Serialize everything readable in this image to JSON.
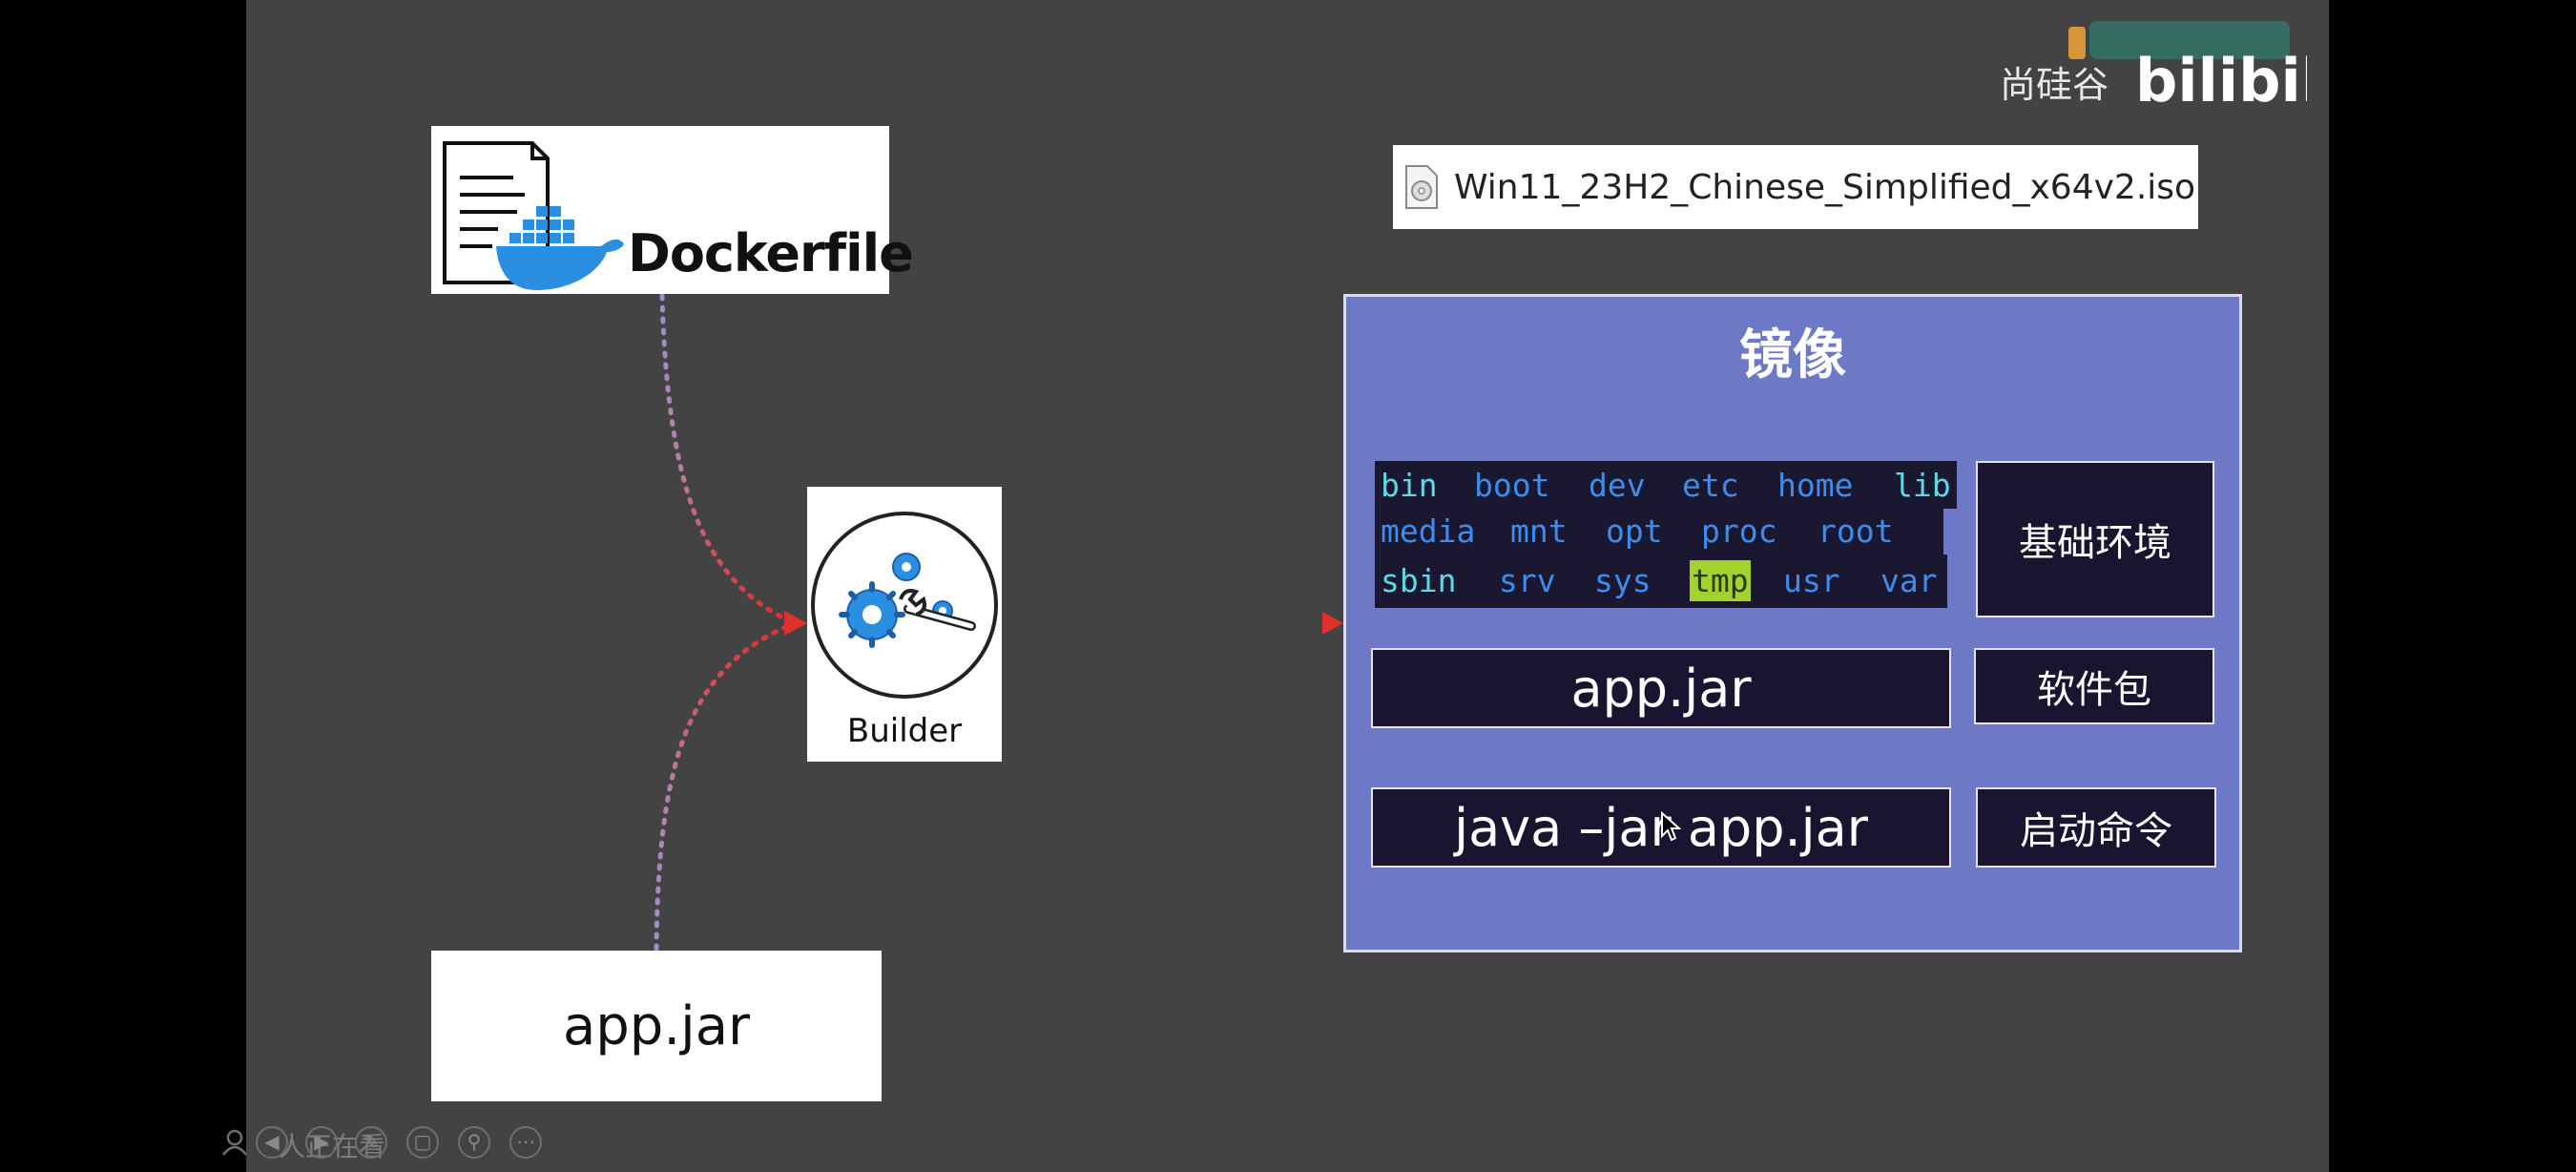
{
  "watermark": {
    "brand_text": "尚硅谷",
    "logo_text": "bilibili"
  },
  "iso_label": {
    "filename": "Win11_23H2_Chinese_Simplified_x64v2.iso",
    "icon": "disc-file-icon"
  },
  "dockerfile": {
    "label": "Dockerfile",
    "icon": "docker-whale-document-icon"
  },
  "builder": {
    "label": "Builder",
    "icon": "gears-wrench-icon"
  },
  "source_jar": {
    "label": "app.jar"
  },
  "image": {
    "title": "镜像",
    "directories": [
      [
        "bin",
        "boot",
        "dev",
        "etc",
        "home",
        "lib"
      ],
      [
        "media",
        "mnt",
        "opt",
        "proc",
        "root"
      ],
      [
        "sbin",
        "srv",
        "sys",
        "tmp",
        "usr",
        "var"
      ]
    ],
    "highlighted_dir": "tmp",
    "layers": {
      "base_env": "基础环境",
      "app_jar": "app.jar",
      "package": "软件包",
      "command": "java –jar app.jar",
      "start_cmd": "启动命令"
    }
  },
  "colors": {
    "slide_bg": "#434343",
    "image_bg": "#6d79c6",
    "dark_box": "#1b1431",
    "dir_cyan": "#5fd7e8",
    "dir_blue": "#3d8df0",
    "highlight": "#a4d22c",
    "arrow_red": "#e0302a",
    "arrow_purple": "#9a8fd0"
  },
  "toolbar": {
    "viewers": "人正在看",
    "icons": [
      "prev-icon",
      "next-icon",
      "draw-icon",
      "slides-icon",
      "zoom-icon",
      "more-icon"
    ]
  }
}
